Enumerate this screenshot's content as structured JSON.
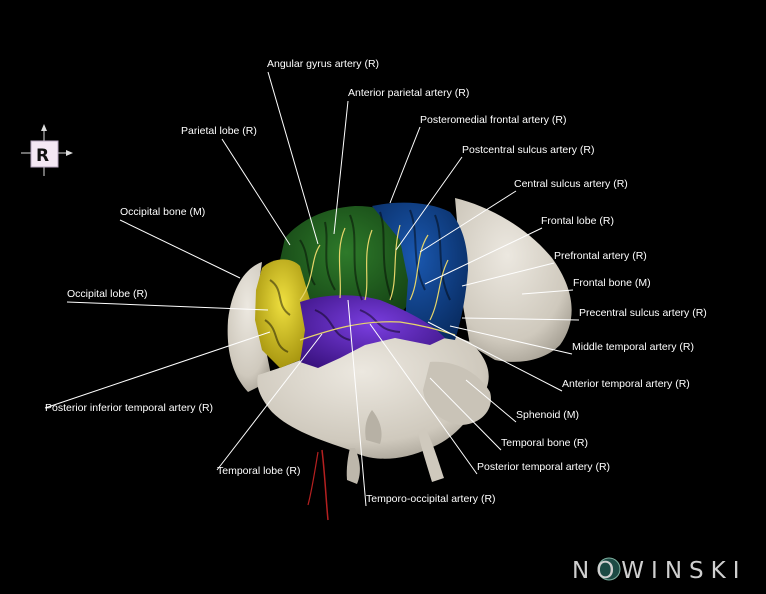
{
  "orientation": {
    "letter": "R"
  },
  "brand": {
    "text": "NOWINSKI"
  },
  "labels": {
    "angular_gyrus_artery": "Angular gyrus artery (R)",
    "anterior_parietal_artery": "Anterior parietal artery (R)",
    "posteromedial_frontal_artery": "Posteromedial frontal artery (R)",
    "parietal_lobe": "Parietal lobe (R)",
    "postcentral_sulcus_artery": "Postcentral sulcus artery (R)",
    "central_sulcus_artery": "Central sulcus artery (R)",
    "occipital_bone": "Occipital bone (M)",
    "frontal_lobe": "Frontal lobe (R)",
    "prefrontal_artery": "Prefrontal artery (R)",
    "frontal_bone": "Frontal bone (M)",
    "occipital_lobe": "Occipital lobe (R)",
    "precentral_sulcus_artery": "Precentral sulcus artery (R)",
    "middle_temporal_artery": "Middle temporal artery (R)",
    "anterior_temporal_artery": "Anterior temporal artery (R)",
    "posterior_inferior_temporal_artery": "Posterior inferior temporal artery (R)",
    "sphenoid": "Sphenoid (M)",
    "temporal_bone": "Temporal bone (R)",
    "temporal_lobe": "Temporal lobe (R)",
    "posterior_temporal_artery": "Posterior temporal artery (R)",
    "temporo_occipital_artery": "Temporo-occipital artery (R)"
  },
  "colors": {
    "background": "#000000",
    "parietal_lobe": "#1e5a1c",
    "frontal_lobe": "#0d3f86",
    "occipital_lobe": "#d6c41a",
    "temporal_lobe": "#5a22b4",
    "bone": "#d4cfc4",
    "artery": "#e6d56a",
    "label": "#ffffff"
  }
}
